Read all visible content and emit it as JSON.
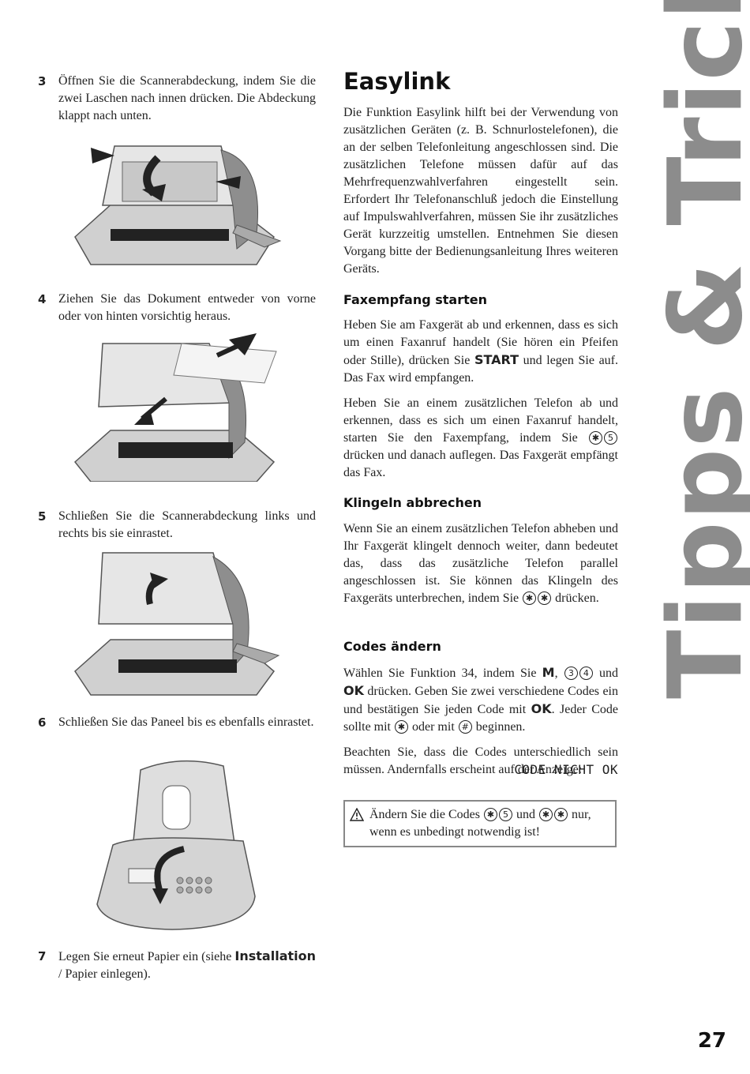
{
  "steps": [
    {
      "number": "3",
      "text": "Öffnen Sie die Scannerabdeckung, indem Sie die zwei Laschen nach innen drücken. Die Abdeckung klappt nach unten."
    },
    {
      "number": "4",
      "text": "Ziehen Sie das Dokument entweder von vorne oder von hinten vorsichtig heraus."
    },
    {
      "number": "5",
      "text": "Schließen Sie die Scannerabdeckung links und rechts bis sie einrastet."
    },
    {
      "number": "6",
      "text": "Schließen Sie das Paneel bis es ebenfalls einrastet."
    },
    {
      "number": "7",
      "text_before": "Legen Sie erneut Papier ein (siehe ",
      "bold": "Installation",
      "text_after": " / Papier einlegen)."
    }
  ],
  "easylink": {
    "title": "Easylink",
    "intro": "Die Funktion Easylink hilft bei der Verwendung von zusätzlichen Geräten (z. B. Schnurlostelefonen), die an der selben Telefonleitung angeschlossen sind. Die zusätzlichen Telefone müssen dafür auf das Mehrfrequenzwahlverfahren eingestellt sein. Erfordert Ihr Telefonanschluß jedoch die Einstellung auf Impulswahlverfahren, müssen Sie ihr zusätzliches Gerät kurzzeitig umstellen. Entnehmen Sie diesen Vorgang bitte der Bedienungsanleitung Ihres weiteren Geräts."
  },
  "fax_start": {
    "heading": "Faxempfang starten",
    "p1_before": "Heben Sie am Faxgerät ab und erkennen, dass es sich um einen Faxanruf handelt (Sie hören ein Pfeifen oder Stille), drücken Sie ",
    "p1_key": "START",
    "p1_after": " und legen Sie auf. Das Fax wird empfangen.",
    "p2_before": "Heben Sie an einem zusätzlichen Telefon ab und erkennen, dass es sich um einen Faxanruf handelt, starten Sie den Faxempfang, indem Sie ",
    "p2_keys": [
      "✱",
      "5"
    ],
    "p2_after": " drücken und danach auflegen. Das Faxgerät empfängt das Fax."
  },
  "ring_stop": {
    "heading": "Klingeln abbrechen",
    "text": "Wenn Sie an einem zusätzlichen Telefon abheben und Ihr Faxgerät klingelt dennoch weiter, dann bedeutet das, dass das zusätzliche Telefon parallel angeschlossen ist. Sie können das Klingeln des Faxgeräts unterbrechen, indem Sie ",
    "keys": [
      "✱",
      "✱"
    ],
    "after": " drücken."
  },
  "codes": {
    "heading": "Codes ändern",
    "p1_a": "Wählen Sie Funktion 34, indem Sie ",
    "key_m": "M",
    "keys_34": [
      "3",
      "4"
    ],
    "p1_b": " und ",
    "key_ok": "OK",
    "p1_c": " drücken. Geben Sie zwei verschiedene Codes ein und bestätigen Sie jeden Code mit ",
    "p1_d": ". Jeder Code sollte mit ",
    "key_star": "✱",
    "p1_e": " oder mit ",
    "key_hash": "#",
    "p1_f": " beginnen.",
    "p2": "Beachten Sie, dass die Codes unterschiedlich sein müssen. Andernfalls erscheint auf der Anzeige:",
    "display_text": "CODE NICHT OK",
    "warning_icon": "warning-triangle-icon",
    "warning_a": "Ändern Sie die Codes ",
    "warning_keys1": [
      "✱",
      "5"
    ],
    "warning_b": " und ",
    "warning_keys2": [
      "✱",
      "✱"
    ],
    "warning_c": " nur, wenn es unbedingt notwendig ist!"
  },
  "side_title": "Tipps & Tricks",
  "page_number": "27",
  "colors": {
    "side_title": "#8c8c8c",
    "illustration_gray": "#9a9a9a",
    "warning_border": "#888888"
  }
}
